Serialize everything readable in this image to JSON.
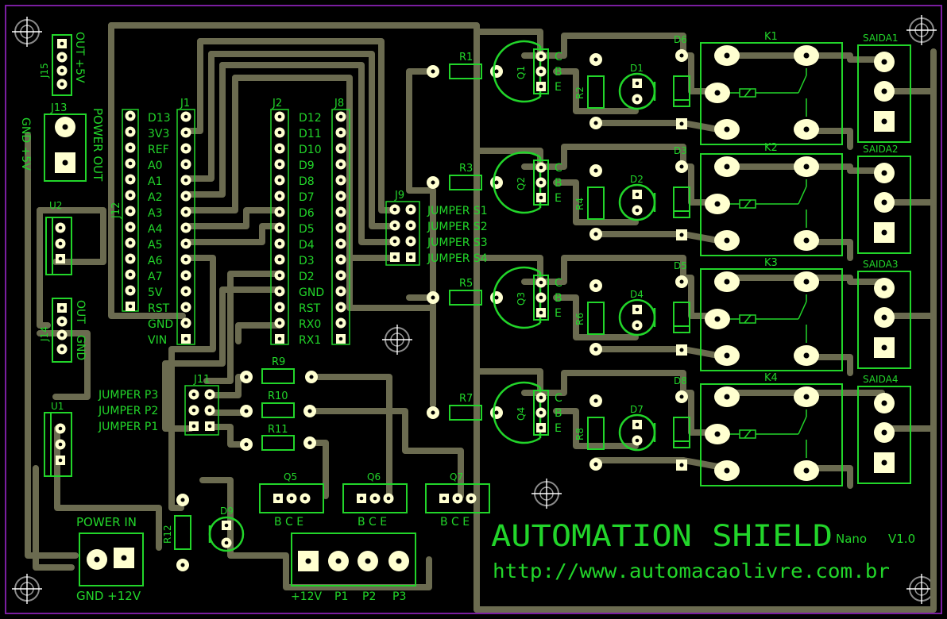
{
  "colors": {
    "background": "#000000",
    "outline": "#7a1ea0",
    "trace": "#6b6b50",
    "silk": "#22d52a",
    "pad": "#ffffd0"
  },
  "brand": {
    "title": "AUTOMATION SHIELD",
    "variant": "Nano",
    "version": "V1.0",
    "url": "http://www.automacaolivre.com.br"
  },
  "connectors": {
    "j15": {
      "ref": "J15",
      "label": "OUT +5V"
    },
    "j13": {
      "ref": "J13",
      "label": "POWER OUT",
      "pins": "GND +5V"
    },
    "u2": {
      "ref": "U2"
    },
    "j14": {
      "ref": "J14",
      "label_out": "OUT",
      "label_gnd": "GND"
    },
    "u1": {
      "ref": "U1"
    },
    "power_in": {
      "label": "POWER IN",
      "pins": "GND +12V"
    },
    "p_conn": {
      "pins": [
        "+12V",
        "P1",
        "P2",
        "P3"
      ]
    }
  },
  "headers": {
    "j12": {
      "ref": "J12"
    },
    "j1": {
      "ref": "J1",
      "pins": [
        "D13",
        "3V3",
        "REF",
        "A0",
        "A1",
        "A2",
        "A3",
        "A4",
        "A5",
        "A6",
        "A7",
        "5V",
        "RST",
        "GND",
        "VIN"
      ]
    },
    "j2": {
      "ref": "J2"
    },
    "j8": {
      "ref": "J8",
      "pins": [
        "D12",
        "D11",
        "D10",
        "D9",
        "D8",
        "D7",
        "D6",
        "D5",
        "D4",
        "D3",
        "D2",
        "GND",
        "RST",
        "RX0",
        "RX1"
      ]
    },
    "j9": {
      "ref": "J9",
      "labels": [
        "JUMPER S1",
        "JUMPER S2",
        "JUMPER S3",
        "JUMPER S4"
      ]
    },
    "j11": {
      "ref": "J11",
      "labels": [
        "JUMPER P3",
        "JUMPER P2",
        "JUMPER P1"
      ]
    }
  },
  "resistors": [
    "R1",
    "R2",
    "R3",
    "R4",
    "R5",
    "R6",
    "R7",
    "R8",
    "R9",
    "R10",
    "R11",
    "R12"
  ],
  "transistors": {
    "q_relay": [
      "Q1",
      "Q2",
      "Q3",
      "Q4"
    ],
    "q_relay_pins": [
      "C",
      "B",
      "E"
    ],
    "q_low": [
      "Q5",
      "Q6",
      "Q7"
    ],
    "q_low_pins": "B C E"
  },
  "leds": [
    "D1",
    "D2",
    "D4",
    "D7",
    "D9"
  ],
  "diodes": [
    "D6",
    "D3",
    "D5",
    "D8"
  ],
  "relays": [
    "K1",
    "K2",
    "K3",
    "K4"
  ],
  "outputs": [
    "SAIDA1",
    "SAIDA2",
    "SAIDA3",
    "SAIDA4"
  ]
}
